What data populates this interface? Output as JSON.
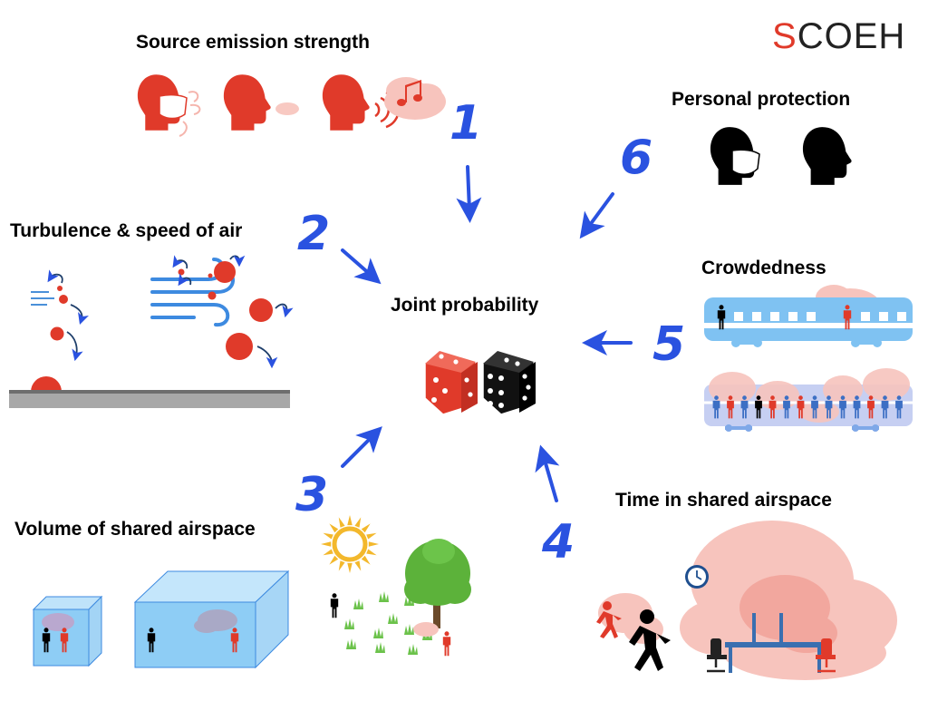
{
  "brand": {
    "logo_s": "S",
    "logo_rest": "COEH"
  },
  "center": {
    "title": "Joint probability"
  },
  "factors": [
    {
      "n": "1",
      "label": "Source emission strength"
    },
    {
      "n": "2",
      "label": "Turbulence & speed of air"
    },
    {
      "n": "3",
      "label": "Volume of shared airspace"
    },
    {
      "n": "4",
      "label": "Time in shared airspace"
    },
    {
      "n": "5",
      "label": "Crowdedness"
    },
    {
      "n": "6",
      "label": "Personal protection"
    }
  ],
  "icons": [
    "masked-head-icon",
    "head-icon",
    "speaking-head-icon",
    "singing-head-icon",
    "music-note-icon",
    "wind-icon",
    "droplet-icon",
    "dice-icon",
    "cube-room-icon",
    "sun-icon",
    "tree-icon",
    "person-icon",
    "running-person-icon",
    "clock-icon",
    "office-chair-icon",
    "train-car-icon"
  ],
  "colors": {
    "red": "#e03a2a",
    "blue": "#2a52e0",
    "sky": "#8ecdf5",
    "cloud": "#f5b5ad",
    "green": "#4caf3a"
  }
}
